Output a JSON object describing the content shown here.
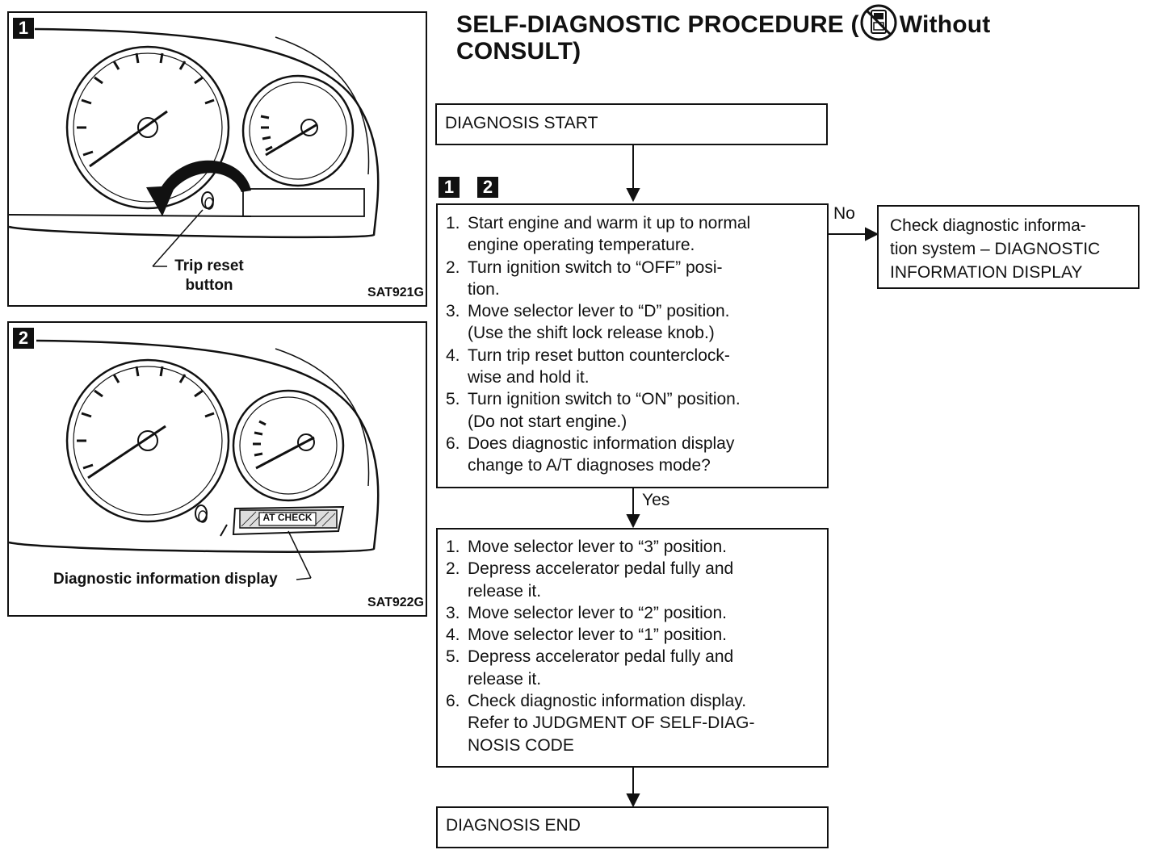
{
  "title": {
    "line1_start": "SELF-DIAGNOSTIC PROCEDURE (",
    "line1_end": "Without",
    "line2": "CONSULT)",
    "icon": "consult-prohibited-icon"
  },
  "figures": [
    {
      "tag": "1",
      "callout": [
        "Trip reset",
        "button"
      ],
      "code": "SAT921G"
    },
    {
      "tag": "2",
      "callout": [
        "Diagnostic information display"
      ],
      "display_text": "AT CHECK",
      "code": "SAT922G"
    }
  ],
  "flow": {
    "start": "DIAGNOSIS START",
    "step_tags": [
      "1",
      "2"
    ],
    "step1": [
      {
        "n": "1.",
        "text": [
          "Start engine and warm it up to normal",
          "engine operating temperature."
        ]
      },
      {
        "n": "2.",
        "text": [
          "Turn ignition switch to “OFF” posi-",
          "tion."
        ]
      },
      {
        "n": "3.",
        "text": [
          "Move selector lever to “D” position.",
          "(Use the shift lock release knob.)"
        ]
      },
      {
        "n": "4.",
        "text": [
          "Turn trip reset button counterclock-",
          "wise and hold it."
        ]
      },
      {
        "n": "5.",
        "text": [
          "Turn ignition switch to “ON” position.",
          "(Do not start engine.)"
        ]
      },
      {
        "n": "6.",
        "text": [
          "Does diagnostic information display",
          "change to A/T diagnoses mode?"
        ]
      }
    ],
    "no_label": "No",
    "yes_label": "Yes",
    "no_branch": [
      "Check diagnostic informa-",
      "tion system – DIAGNOSTIC",
      "INFORMATION DISPLAY"
    ],
    "step2": [
      {
        "n": "1.",
        "text": [
          "Move selector lever to “3” position."
        ]
      },
      {
        "n": "2.",
        "text": [
          "Depress accelerator pedal fully and",
          "release it."
        ]
      },
      {
        "n": "3.",
        "text": [
          "Move selector lever to “2” position."
        ]
      },
      {
        "n": "4.",
        "text": [
          "Move selector lever to “1” position."
        ]
      },
      {
        "n": "5.",
        "text": [
          "Depress accelerator pedal fully and",
          "release it."
        ]
      },
      {
        "n": "6.",
        "text": [
          "Check diagnostic information display.",
          "Refer to JUDGMENT OF SELF-DIAG-",
          "NOSIS CODE"
        ]
      }
    ],
    "end": "DIAGNOSIS END"
  }
}
